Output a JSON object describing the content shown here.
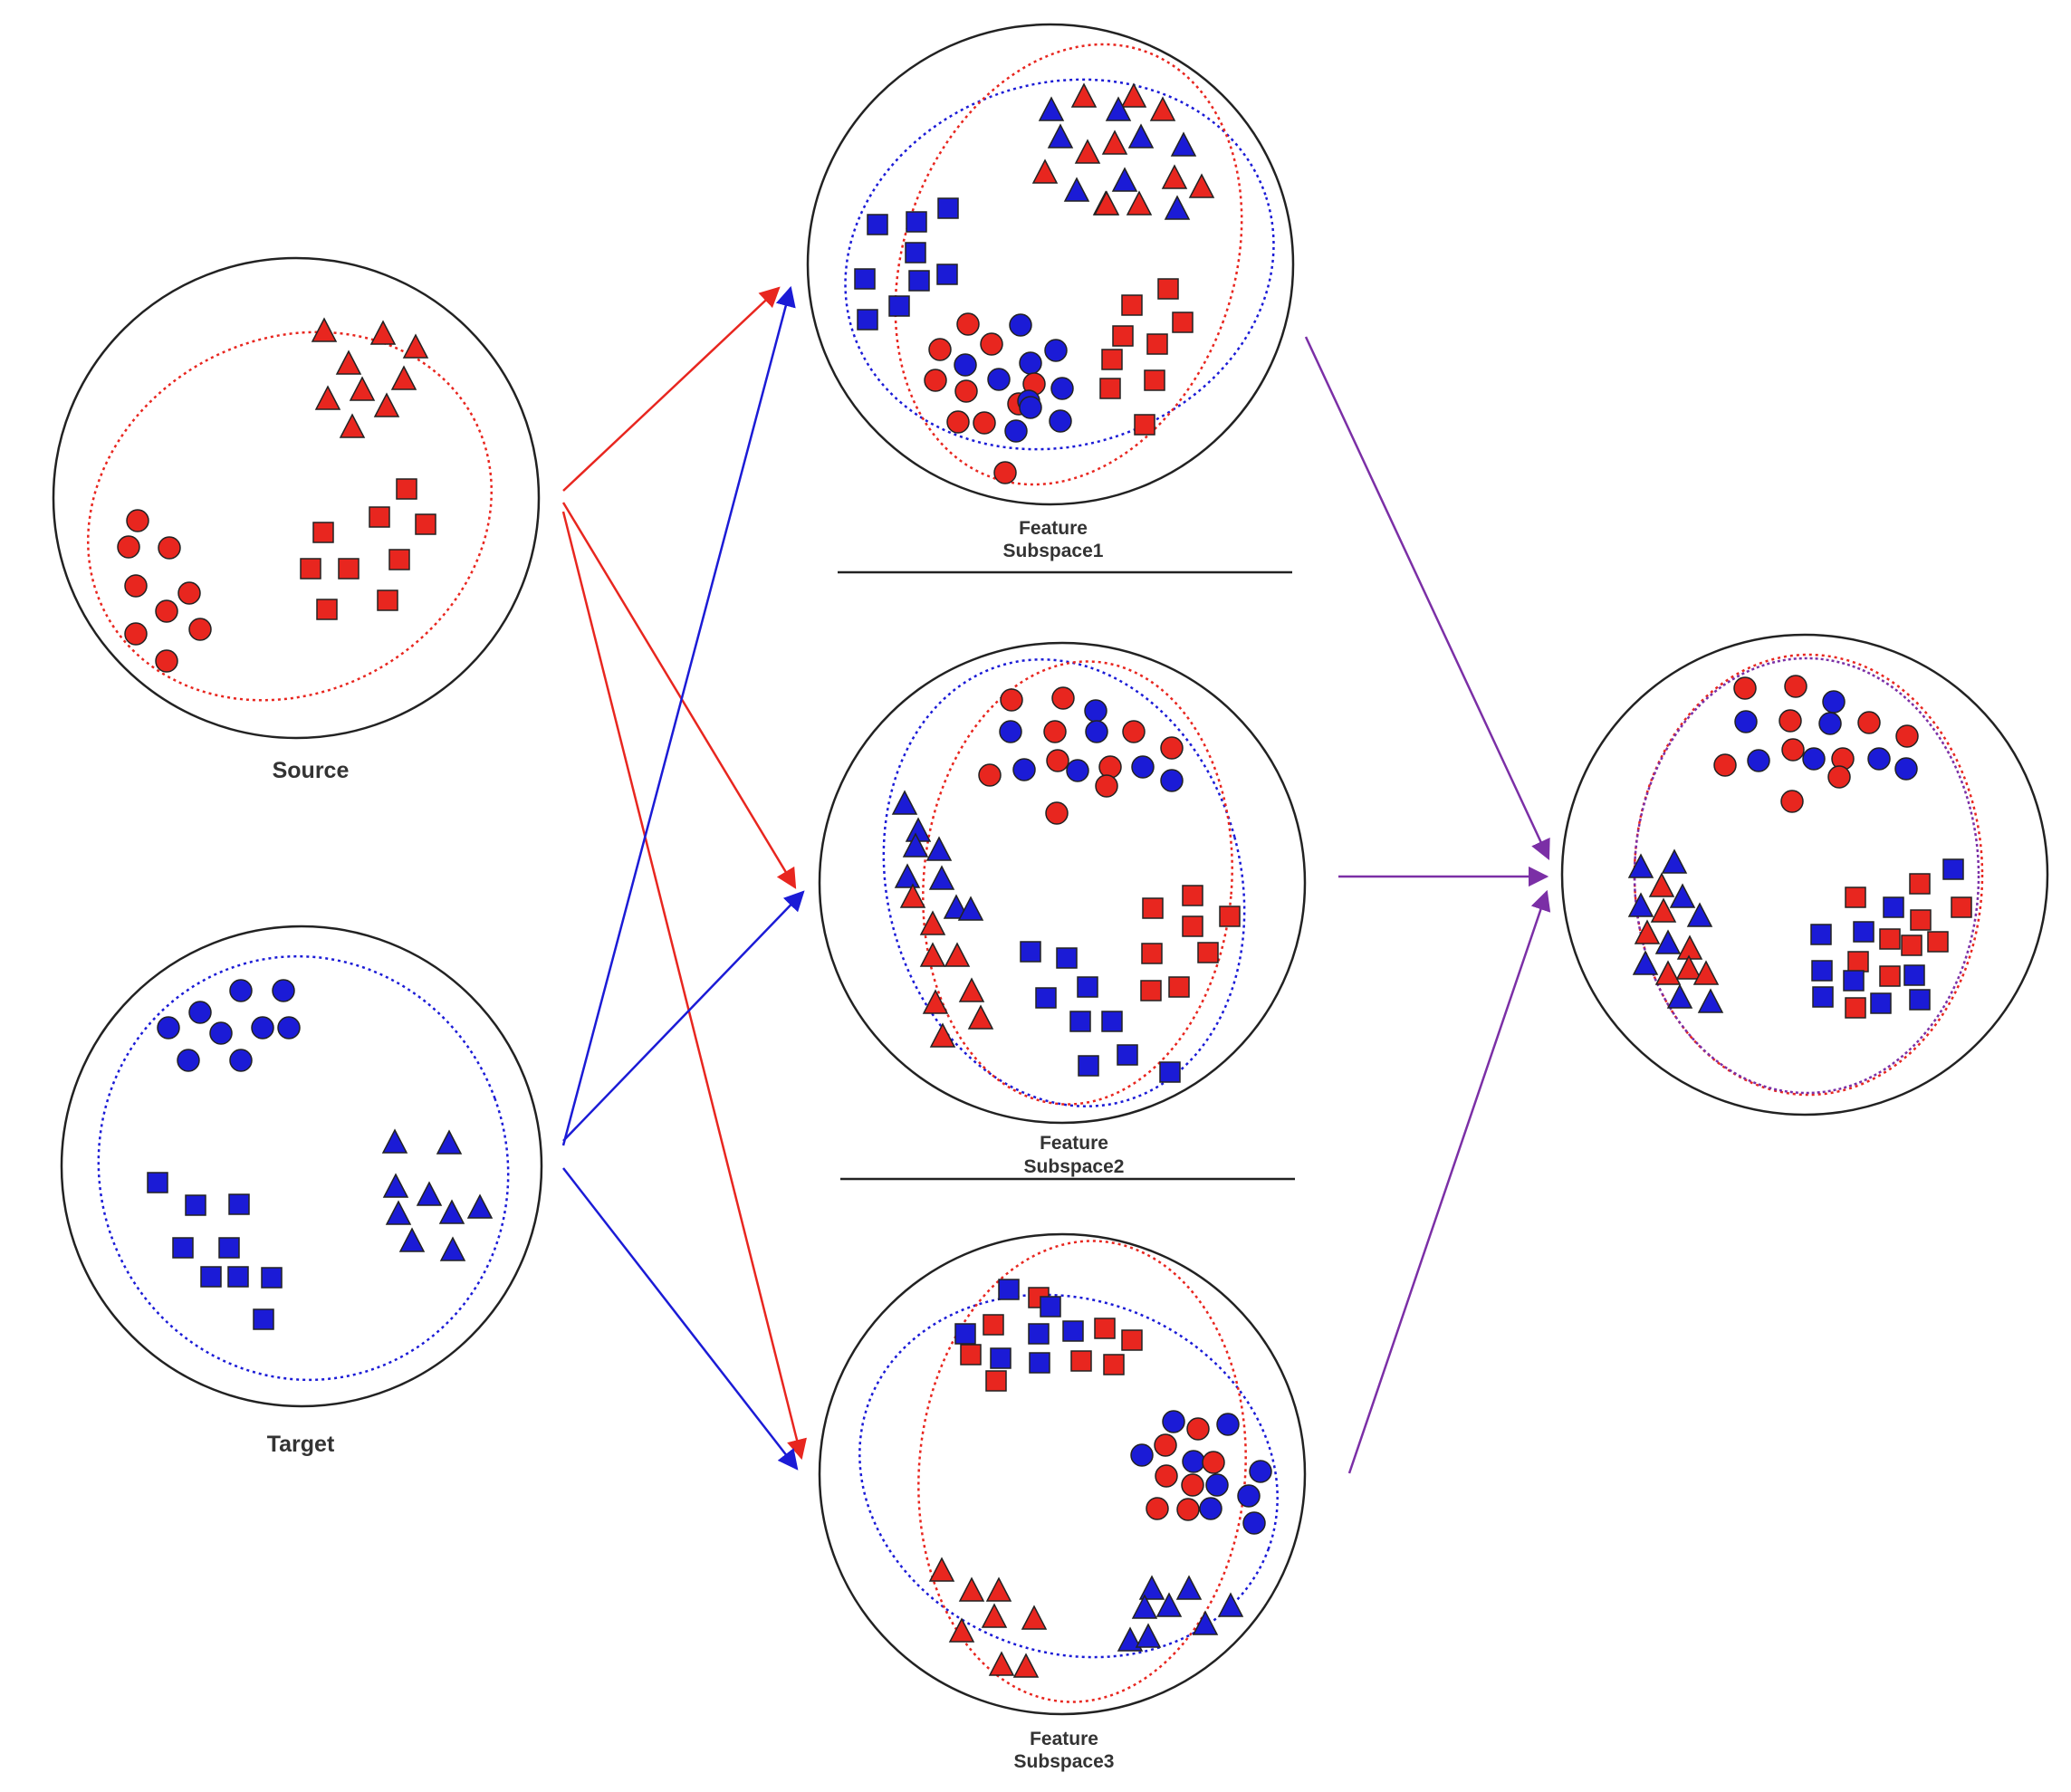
{
  "labels": {
    "source": "Source",
    "target": "Target",
    "subspace1": [
      "Feature",
      "Subspace1"
    ],
    "subspace2": [
      "Feature",
      "Subspace2"
    ],
    "subspace3": [
      "Feature",
      "Subspace3"
    ]
  },
  "colors": {
    "source": "#e8261f",
    "target": "#1b1bd6",
    "merge_arrow": "#7b2fa6",
    "outline": "#222222",
    "text": "#333333"
  },
  "shape_types": [
    "circle",
    "square",
    "triangle"
  ]
}
